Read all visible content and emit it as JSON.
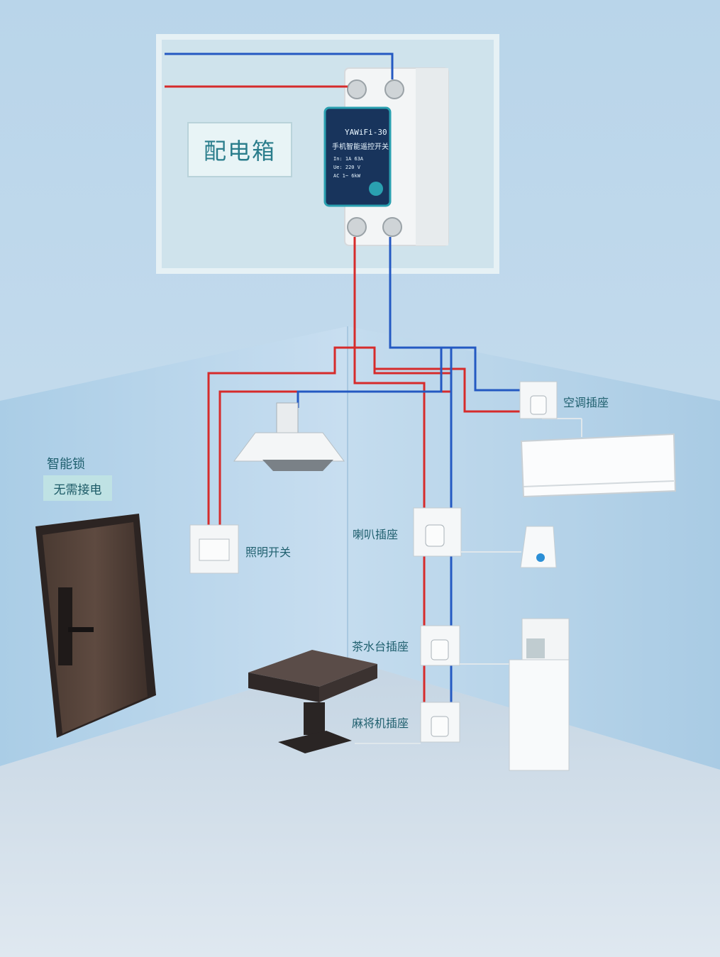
{
  "distribution_box": {
    "title": "配电箱"
  },
  "breaker": {
    "model": "YAWiFi-30",
    "desc": "手机智能遥控开关",
    "spec1": "In: 1A 63A",
    "spec2": "Ue: 220 V",
    "spec3": "AC 1~ 6kW"
  },
  "labels": {
    "smart_lock": "智能锁",
    "no_wiring": "无需接电",
    "light_switch": "照明开关",
    "ac_socket": "空调插座",
    "speaker_socket": "喇叭插座",
    "tea_socket": "茶水台插座",
    "mahjong_socket": "麻将机插座"
  },
  "colors": {
    "live_wire": "#d62b2b",
    "neutral_wire": "#2459c2",
    "label_text": "#1f5f6e",
    "wall_back": "#b7d6ea",
    "floor": "#c9d9e6"
  }
}
